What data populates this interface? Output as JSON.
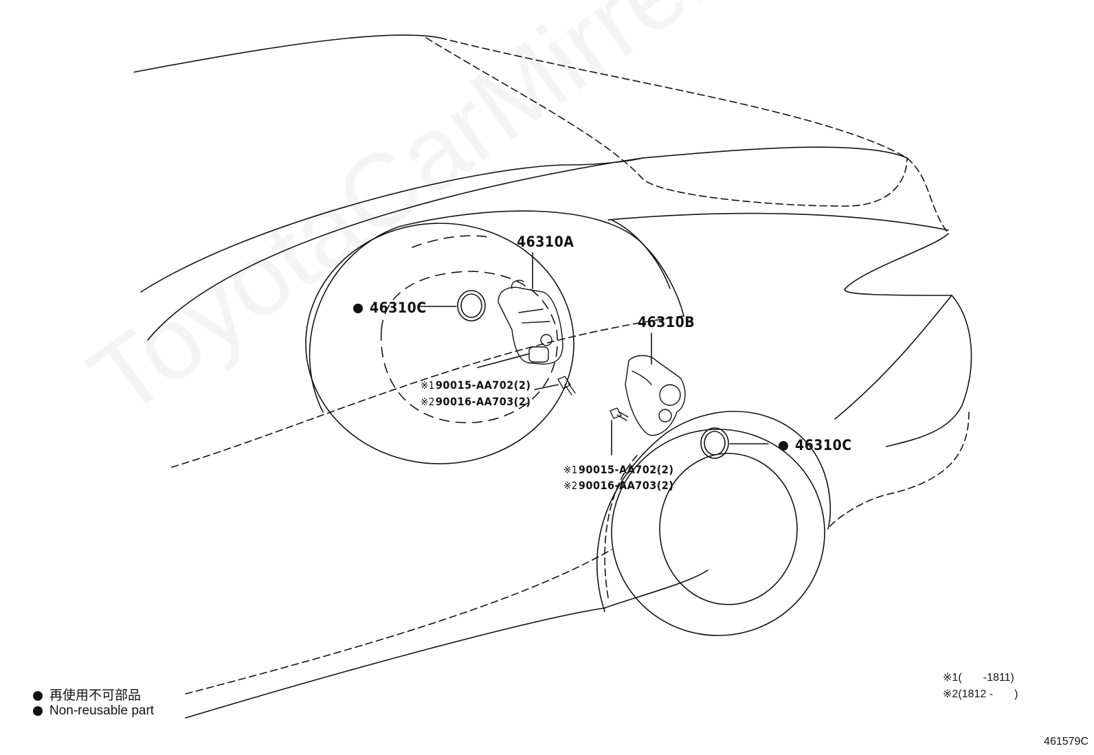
{
  "watermark": "ToyotaCarMirrer.ru",
  "parts": {
    "p46310A": "46310A",
    "p46310B": "46310B",
    "p46310C_left": "46310C",
    "p46310C_right": "46310C"
  },
  "bolt_refs_left": [
    {
      "mark": "※1",
      "text": "90015-AA702(2)"
    },
    {
      "mark": "※2",
      "text": "90016-AA703(2)"
    }
  ],
  "bolt_refs_right": [
    {
      "mark": "※1",
      "text": "90015-AA702(2)"
    },
    {
      "mark": "※2",
      "text": "90016-AA703(2)"
    }
  ],
  "legend": {
    "japanese": "再使用不可部品",
    "english": "Non-reusable part"
  },
  "ranges": [
    {
      "mark": "※1",
      "text": "(       -1811)"
    },
    {
      "mark": "※2",
      "text": "(1812 -       )"
    }
  ],
  "illustration_code": "461579C",
  "colors": {
    "line": "#111111",
    "watermark": "#dddddd"
  }
}
